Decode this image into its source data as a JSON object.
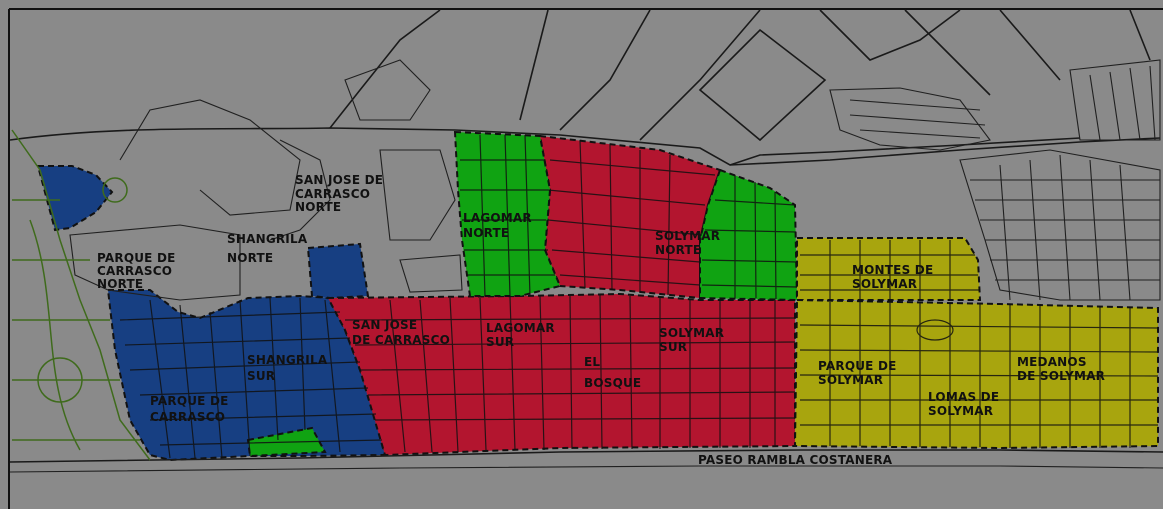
{
  "colors": {
    "background": "#8a8a8a",
    "blue_zone": "#173f82",
    "red_zone": "#b3152f",
    "green_zone": "#10a312",
    "yellow_zone": "#a8a50e",
    "street_lines": "#1a1a1a",
    "label_text": "#111111"
  },
  "labels": {
    "san_jose_carrasco_norte": [
      "SAN JOSE DE",
      "CARRASCO",
      "NORTE"
    ],
    "parque_carrasco_norte": [
      "PARQUE DE",
      "CARRASCO",
      "NORTE"
    ],
    "shangrila_norte": [
      "SHANGRILA",
      "NORTE"
    ],
    "lagomar_norte": [
      "LAGOMAR",
      "NORTE"
    ],
    "solymar_norte": [
      "SOLYMAR",
      "NORTE"
    ],
    "montes_solymar": [
      "MONTES DE",
      "SOLYMAR"
    ],
    "san_jose_carrasco": [
      "SAN JOSE",
      "DE CARRASCO"
    ],
    "lagomar_sur": [
      "LAGOMAR",
      "SUR"
    ],
    "solymar_sur": [
      "SOLYMAR",
      "SUR"
    ],
    "el_bosque": [
      "EL",
      "BOSQUE"
    ],
    "shangrila_sur": [
      "SHANGRILA",
      "SUR"
    ],
    "parque_carrasco": [
      "PARQUE DE",
      "CARRASCO"
    ],
    "parque_solymar": [
      "PARQUE DE",
      "SOLYMAR"
    ],
    "lomas_solymar": [
      "LOMAS DE",
      "SOLYMAR"
    ],
    "medanos_solymar": [
      "MEDANOS",
      "DE SOLYMAR"
    ],
    "paseo_rambla": "PASEO RAMBLA COSTANERA"
  }
}
